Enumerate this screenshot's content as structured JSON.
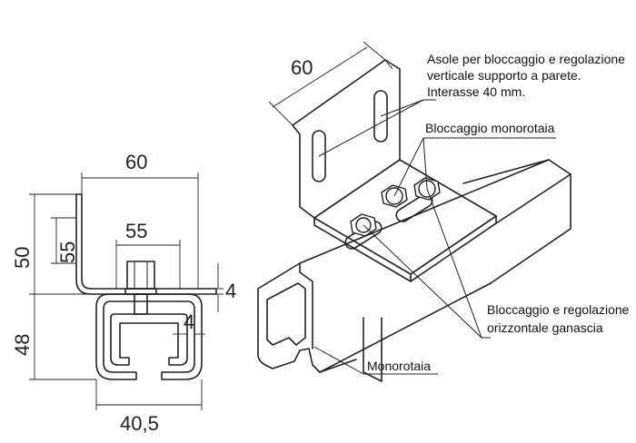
{
  "front_view": {
    "dim_width_top": "60",
    "dim_inner": "55",
    "dim_height_upper": "50",
    "dim_height_lower": "48",
    "dim_small": "55",
    "dim_thickness_plate": "4",
    "dim_thickness_rail": "4",
    "dim_width_rail": "40,5"
  },
  "iso_view": {
    "dim_width_top": "60"
  },
  "callouts": {
    "slots_line1": "Asole per bloccaggio e regolazione",
    "slots_line2": "verticale supporto a parete.",
    "slots_line3": "Interasse 40 mm.",
    "monorail_lock": "Bloccaggio monorotaia",
    "horizontal_line1": "Bloccaggio e regolazione",
    "horizontal_line2": "orizzontale ganascia",
    "monorail": "Monorotaia"
  }
}
